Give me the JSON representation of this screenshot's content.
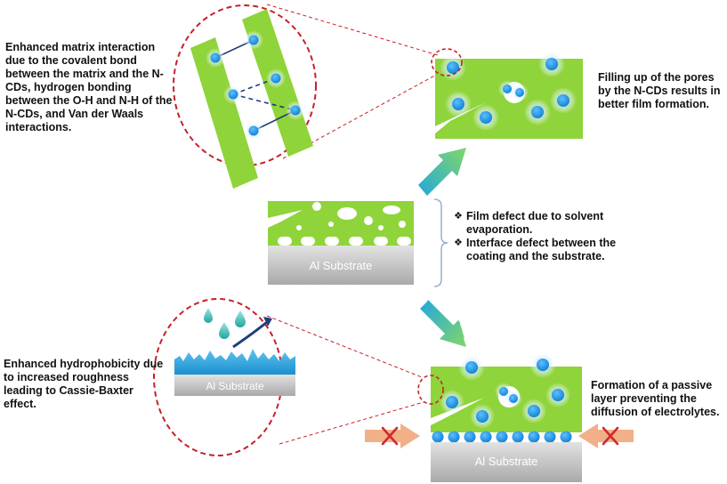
{
  "labels": {
    "substrate": "Al Substrate"
  },
  "notes": {
    "matrix": "Enhanced matrix interaction due to the covalent bond between the matrix and the N-CDs, hydrogen bonding between the O-H and N-H of the N-CDs, and Van der Waals interactions.",
    "pores": "Filling up of the pores by the N-CDs results in better film formation.",
    "hydrophobicity": "Enhanced hydrophobicity due to increased roughness leading to Cassie-Baxter effect.",
    "passive": "Formation of a passive layer preventing the diffusion of electrolytes."
  },
  "defects": {
    "bullet": "❖",
    "items": [
      "Film defect due to solvent evaporation.",
      "Interface defect between the coating and the substrate."
    ]
  },
  "colors": {
    "coating_green": "#8fd43a",
    "dot_blue": "#1e9be6",
    "glow_blue": "#bfe3ff",
    "substrate_gray": "#c8c8c8",
    "circle_red": "#c8202a",
    "arrow_teal": "#2ab5d8",
    "arrow_green": "#7fd36a",
    "blocked_arrow": "#f2b088",
    "block_cross": "#d12a2a",
    "water_drop": "#2fb8b0"
  }
}
